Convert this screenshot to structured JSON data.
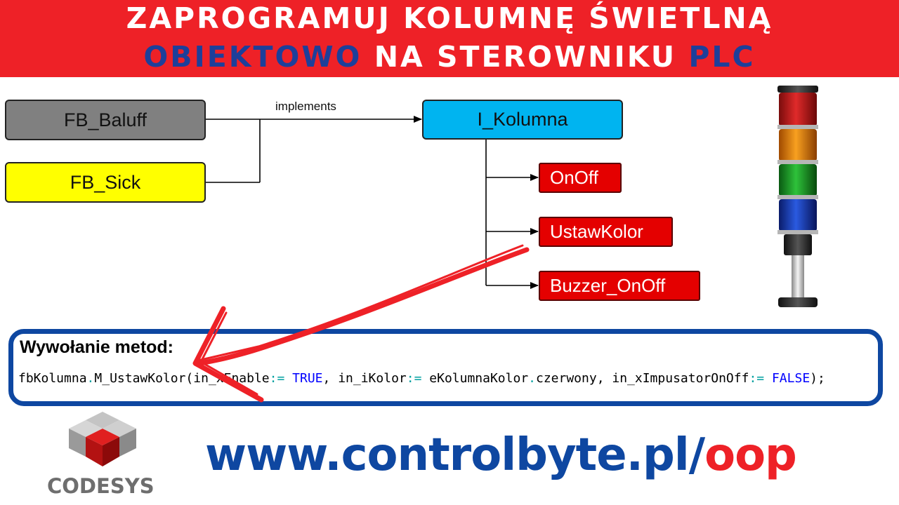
{
  "header": {
    "line1": "ZAPROGRAMUJ KOLUMNĘ ŚWIETLNĄ",
    "line2_blue": "OBIEKTOWO",
    "line2_mid": " NA STEROWNIKU ",
    "line2_end": "PLC",
    "bg_color": "#ee2127",
    "accent_color": "#1d3f9a"
  },
  "diagram": {
    "implements_label": "implements",
    "blocks": [
      {
        "label": "FB_Baluff",
        "color": "#808080"
      },
      {
        "label": "FB_Sick",
        "color": "#ffff00"
      }
    ],
    "interface": {
      "label": "I_Kolumna",
      "color": "#00b4f0"
    },
    "methods": [
      {
        "label": "OnOff",
        "color": "#e40000"
      },
      {
        "label": "UstawKolor",
        "color": "#e40000"
      },
      {
        "label": "Buzzer_OnOff",
        "color": "#e40000"
      }
    ]
  },
  "code": {
    "title": "Wywołanie metod:",
    "tokens": [
      {
        "t": "fbKolumna",
        "c": "plain"
      },
      {
        "t": ".",
        "c": "op"
      },
      {
        "t": "M_UstawKolor(in_xEnable",
        "c": "plain"
      },
      {
        "t": ":=",
        "c": "op"
      },
      {
        "t": " ",
        "c": "plain"
      },
      {
        "t": "TRUE",
        "c": "kw"
      },
      {
        "t": ", in_iKolor",
        "c": "plain"
      },
      {
        "t": ":=",
        "c": "op"
      },
      {
        "t": " eKolumnaKolor",
        "c": "plain"
      },
      {
        "t": ".",
        "c": "op"
      },
      {
        "t": "czerwony, in_xImpusatorOnOff",
        "c": "plain"
      },
      {
        "t": ":=",
        "c": "op"
      },
      {
        "t": " ",
        "c": "plain"
      },
      {
        "t": "FALSE",
        "c": "kw"
      },
      {
        "t": ");",
        "c": "plain"
      }
    ]
  },
  "footer": {
    "logo_text": "CODESYS",
    "url_main": "www.controlbyte.pl/",
    "url_end": "oop"
  }
}
